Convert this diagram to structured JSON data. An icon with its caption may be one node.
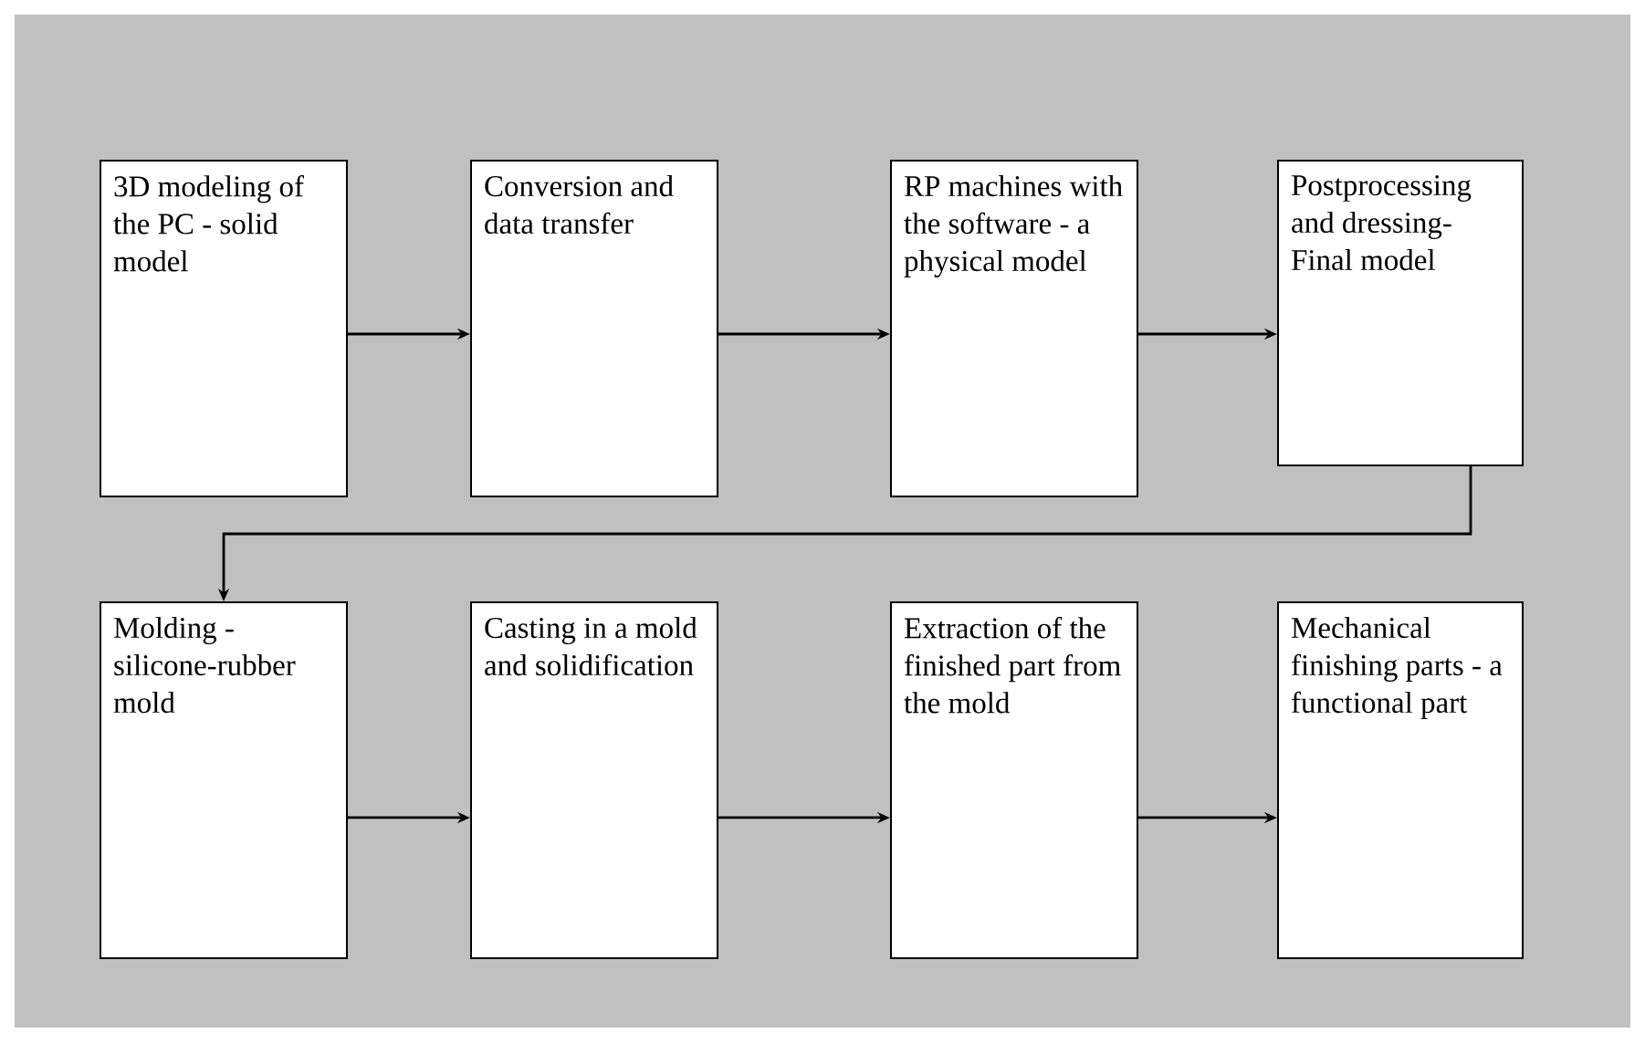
{
  "diagram": {
    "nodes": [
      {
        "text": [
          "3D modeling of the PC - solid model"
        ]
      },
      {
        "text": [
          "Conversion and data transfer"
        ]
      },
      {
        "text": [
          "RP machines with the software - a physical model"
        ]
      },
      {
        "text": [
          "Postprocessing and dressing- Final model"
        ]
      },
      {
        "text": [
          "Molding - silicone-rubber mold"
        ]
      },
      {
        "text": [
          "Casting in a mold and solidification"
        ]
      },
      {
        "text": [
          "Extraction of the finished part from the mold"
        ]
      },
      {
        "text": [
          "Mechanical finishing parts - a functional part"
        ]
      }
    ],
    "edges": [
      {
        "from": 0,
        "to": 1,
        "arrow": "to"
      },
      {
        "from": 1,
        "to": 2,
        "arrow": "to"
      },
      {
        "from": 2,
        "to": 3,
        "arrow": "to"
      },
      {
        "from": 3,
        "to": 4,
        "arrow": "to"
      },
      {
        "from": 4,
        "to": 5,
        "arrow": "to"
      },
      {
        "from": 5,
        "to": 6,
        "arrow": "to"
      },
      {
        "from": 6,
        "to": 7,
        "arrow": "to"
      }
    ]
  }
}
